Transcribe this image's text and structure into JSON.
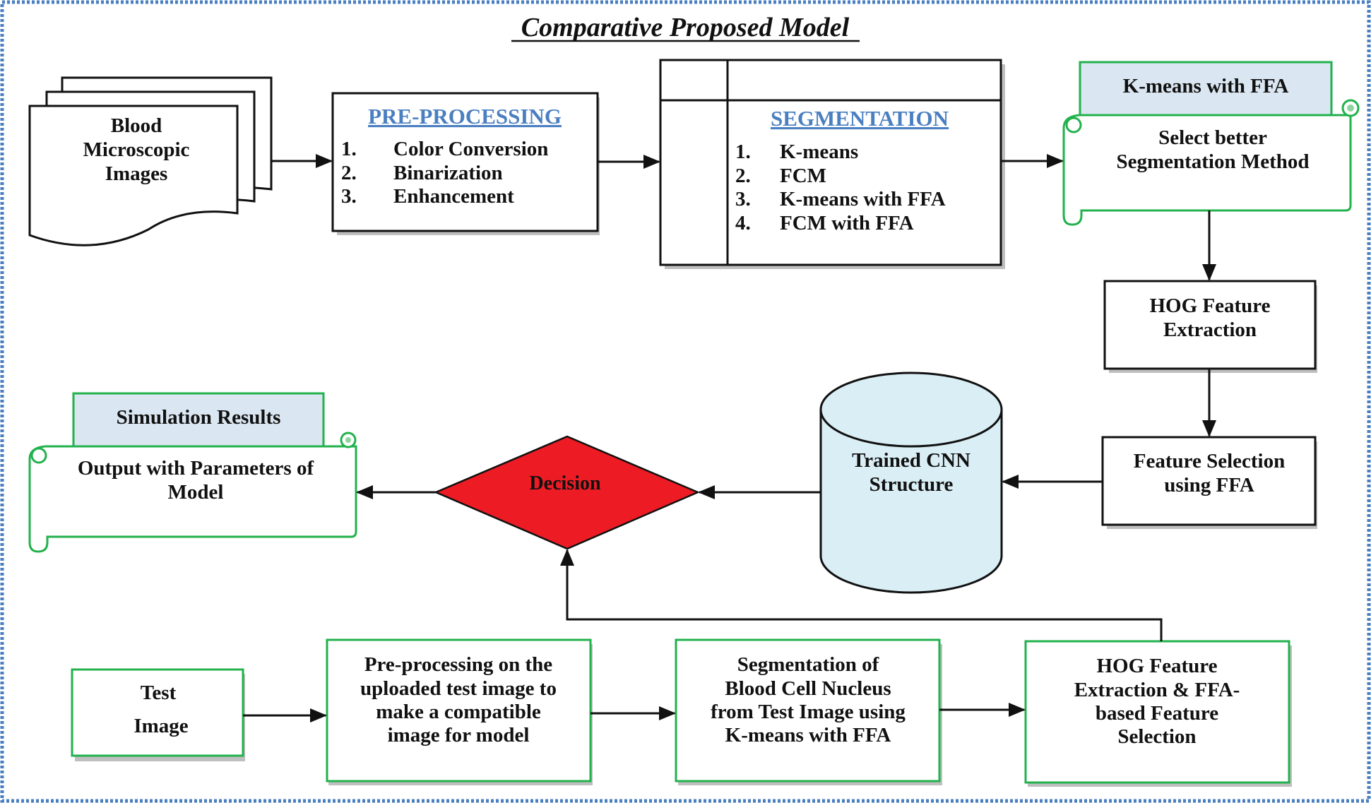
{
  "title": "Comparative Proposed Model",
  "colors": {
    "border_dots": "#4a7fc1",
    "heading_blue": "#4a7fc1",
    "green_outline": "#22b14c",
    "tab_fill": "#dae6f1",
    "cylinder_fill": "#daeef5",
    "decision_fill": "#ed1c24",
    "shadow": "#bfbfbf",
    "line": "#111111"
  },
  "nodes": {
    "blood_images": {
      "lines": [
        "Blood",
        "Microscopic",
        "Images"
      ],
      "shape": "multi-document"
    },
    "preprocessing": {
      "heading": "PRE-PROCESSING",
      "items": [
        {
          "num": "1.",
          "text": "Color Conversion"
        },
        {
          "num": "2.",
          "text": "Binarization"
        },
        {
          "num": "3.",
          "text": "Enhancement"
        }
      ]
    },
    "segmentation": {
      "heading": "SEGMENTATION",
      "items": [
        {
          "num": "1.",
          "text": "K-means"
        },
        {
          "num": "2.",
          "text": "FCM"
        },
        {
          "num": "3.",
          "text": "K-means with FFA"
        },
        {
          "num": "4.",
          "text": "FCM with FFA"
        }
      ]
    },
    "select_method": {
      "tab": "K-means with FFA",
      "lines": [
        "Select better",
        "Segmentation Method"
      ],
      "shape": "scroll"
    },
    "hog": {
      "lines": [
        "HOG Feature",
        "Extraction"
      ]
    },
    "feature_selection": {
      "lines": [
        "Feature Selection",
        "using FFA"
      ]
    },
    "cnn": {
      "lines": [
        "Trained CNN",
        "Structure"
      ],
      "shape": "cylinder"
    },
    "decision": {
      "label": "Decision",
      "shape": "diamond"
    },
    "simulation": {
      "tab": "Simulation Results",
      "lines": [
        "Output with Parameters of",
        "Model"
      ],
      "shape": "scroll"
    },
    "test_image": {
      "lines": [
        "Test",
        "Image"
      ]
    },
    "test_preprocess": {
      "lines": [
        "Pre-processing on the",
        "uploaded test image to",
        "make a compatible",
        "image for model"
      ]
    },
    "test_segmentation": {
      "lines": [
        "Segmentation of",
        "Blood Cell Nucleus",
        "from Test Image using",
        "K-means with FFA"
      ]
    },
    "test_hog": {
      "lines": [
        "HOG Feature",
        "Extraction & FFA-",
        "based Feature",
        "Selection"
      ]
    }
  },
  "edges": [
    {
      "from": "blood_images",
      "to": "preprocessing"
    },
    {
      "from": "preprocessing",
      "to": "segmentation"
    },
    {
      "from": "segmentation",
      "to": "select_method"
    },
    {
      "from": "select_method",
      "to": "hog"
    },
    {
      "from": "hog",
      "to": "feature_selection"
    },
    {
      "from": "feature_selection",
      "to": "cnn"
    },
    {
      "from": "cnn",
      "to": "decision"
    },
    {
      "from": "decision",
      "to": "simulation"
    },
    {
      "from": "test_image",
      "to": "test_preprocess"
    },
    {
      "from": "test_preprocess",
      "to": "test_segmentation"
    },
    {
      "from": "test_segmentation",
      "to": "test_hog"
    },
    {
      "from": "test_hog",
      "to": "decision"
    }
  ]
}
